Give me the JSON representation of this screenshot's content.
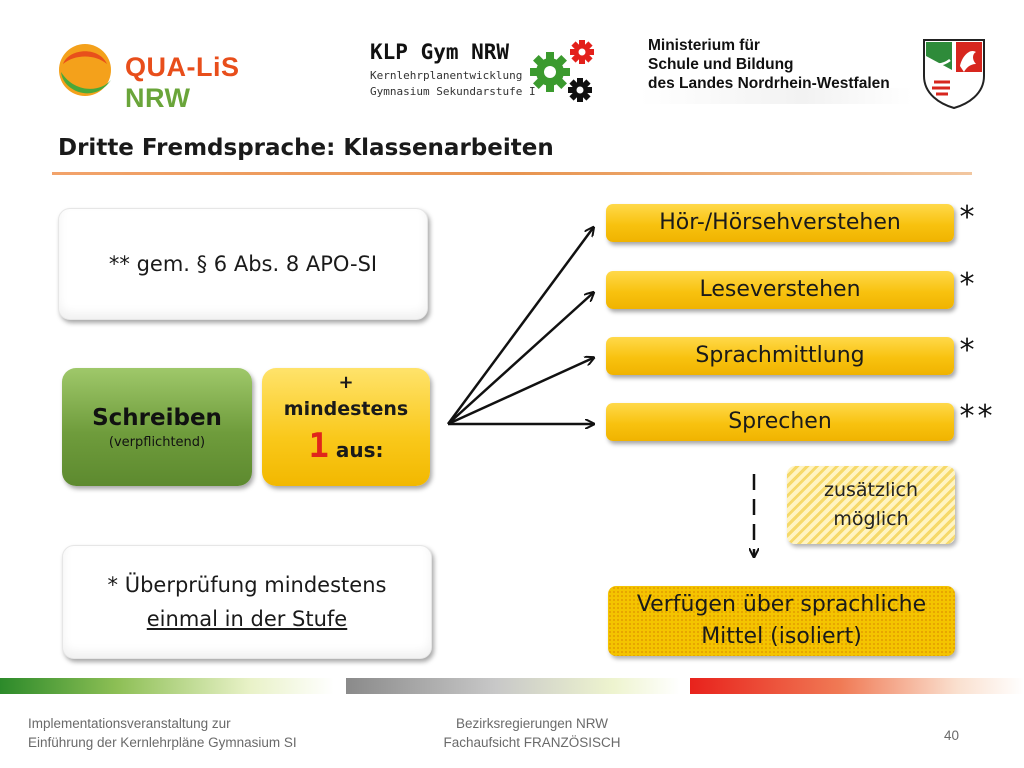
{
  "header": {
    "qualis_logo": {
      "part1": "QUA-LiS",
      "part2": "NRW"
    },
    "klp_logo": {
      "title": "KLP Gym NRW",
      "line1": "Kernlehrplanentwicklung",
      "line2": "Gymnasium Sekundarstufe I"
    },
    "ministry": {
      "line1": "Ministerium für",
      "line2": "Schule und Bildung",
      "line3": "des Landes Nordrhein-Westfalen"
    }
  },
  "slide": {
    "title": "Dritte Fremdsprache: Klassenarbeiten",
    "note_top": "** gem. § 6 Abs. 8 APO-SI",
    "note_bottom": {
      "line1": "* Überprüfung mindestens",
      "line2": "einmal in der Stufe"
    },
    "schreiben": {
      "title": "Schreiben",
      "sub": "(verpflichtend)"
    },
    "mindestens": {
      "plus": "+",
      "word": "mindestens",
      "number": "1",
      "aus": "aus:"
    },
    "skills": [
      {
        "label": "Hör-/Hörsehverstehen",
        "mark": "*"
      },
      {
        "label": "Leseverstehen",
        "mark": "*"
      },
      {
        "label": "Sprachmittlung",
        "mark": "*"
      },
      {
        "label": "Sprechen",
        "mark": "**"
      }
    ],
    "additional": {
      "line1": "zusätzlich",
      "line2": "möglich"
    },
    "means": {
      "line1": "Verfügen über sprachliche",
      "line2": "Mittel (isoliert)"
    }
  },
  "footer": {
    "left_line1": "Implementationsveranstaltung zur",
    "left_line2": "Einführung der Kernlehrpläne Gymnasium SI",
    "center_line1": "Bezirksregierungen NRW",
    "center_line2": "Fachaufsicht FRANZÖSISCH",
    "page_number": "40"
  },
  "colors": {
    "accent_orange": "#e8944f",
    "skill_yellow": "#f8c20f",
    "schreiben_green": "#6f9c3c",
    "number_red": "#e0261b"
  }
}
